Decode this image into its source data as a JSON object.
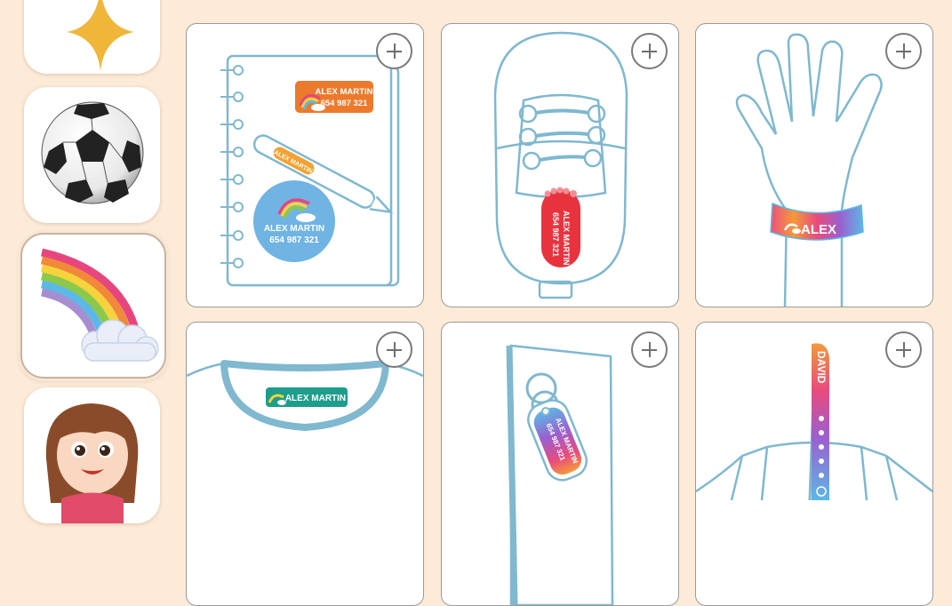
{
  "themes": [
    {
      "icon": "star-icon"
    },
    {
      "icon": "soccer-ball-icon"
    },
    {
      "icon": "rainbow-icon",
      "selected": true
    },
    {
      "icon": "girl-avatar-icon"
    }
  ],
  "products": [
    {
      "item": "notebook",
      "labels": {
        "rect_name": "ALEX MARTIN",
        "rect_phone": "654 987 321",
        "pencil_name": "ALEX MARTIN",
        "round_name": "ALEX MARTIN",
        "round_phone": "654 987 321"
      }
    },
    {
      "item": "shoe",
      "labels": {
        "name": "ALEX MARTIN",
        "phone": "654 987 321"
      }
    },
    {
      "item": "hand-wristband",
      "labels": {
        "name": "ALEX"
      }
    },
    {
      "item": "tshirt",
      "labels": {
        "name": "ALEX MARTIN"
      }
    },
    {
      "item": "keychain",
      "labels": {
        "name": "ALEX MARTIN",
        "phone": "654 987 321"
      }
    },
    {
      "item": "strap",
      "labels": {
        "name": "DAVID"
      }
    }
  ],
  "colors": {
    "background": "#fdebd8",
    "outline": "#7fb8cf",
    "orange_label": "#ec7a2c",
    "blue_label": "#6fb4e3",
    "red_label": "#e8333f",
    "teal_label": "#1d9d8c"
  }
}
